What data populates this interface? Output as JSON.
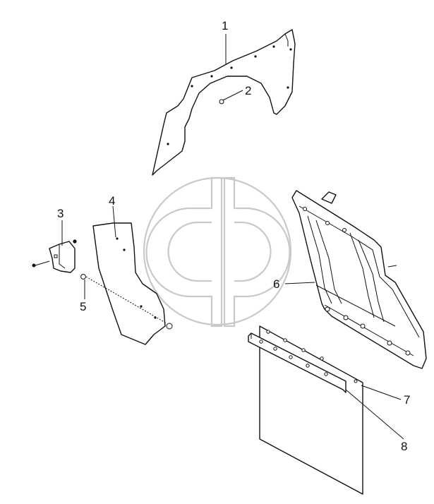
{
  "diagram": {
    "callouts": [
      {
        "id": "1",
        "label": "1"
      },
      {
        "id": "2",
        "label": "2"
      },
      {
        "id": "3",
        "label": "3"
      },
      {
        "id": "4",
        "label": "4"
      },
      {
        "id": "5",
        "label": "5"
      },
      {
        "id": "6",
        "label": "6"
      },
      {
        "id": "7",
        "label": "7"
      },
      {
        "id": "8",
        "label": "8"
      }
    ],
    "colors": {
      "line": "#111111",
      "watermark": "#c9c9c9",
      "background": "#ffffff"
    },
    "watermark_logo": "gd-logo-watermark"
  }
}
